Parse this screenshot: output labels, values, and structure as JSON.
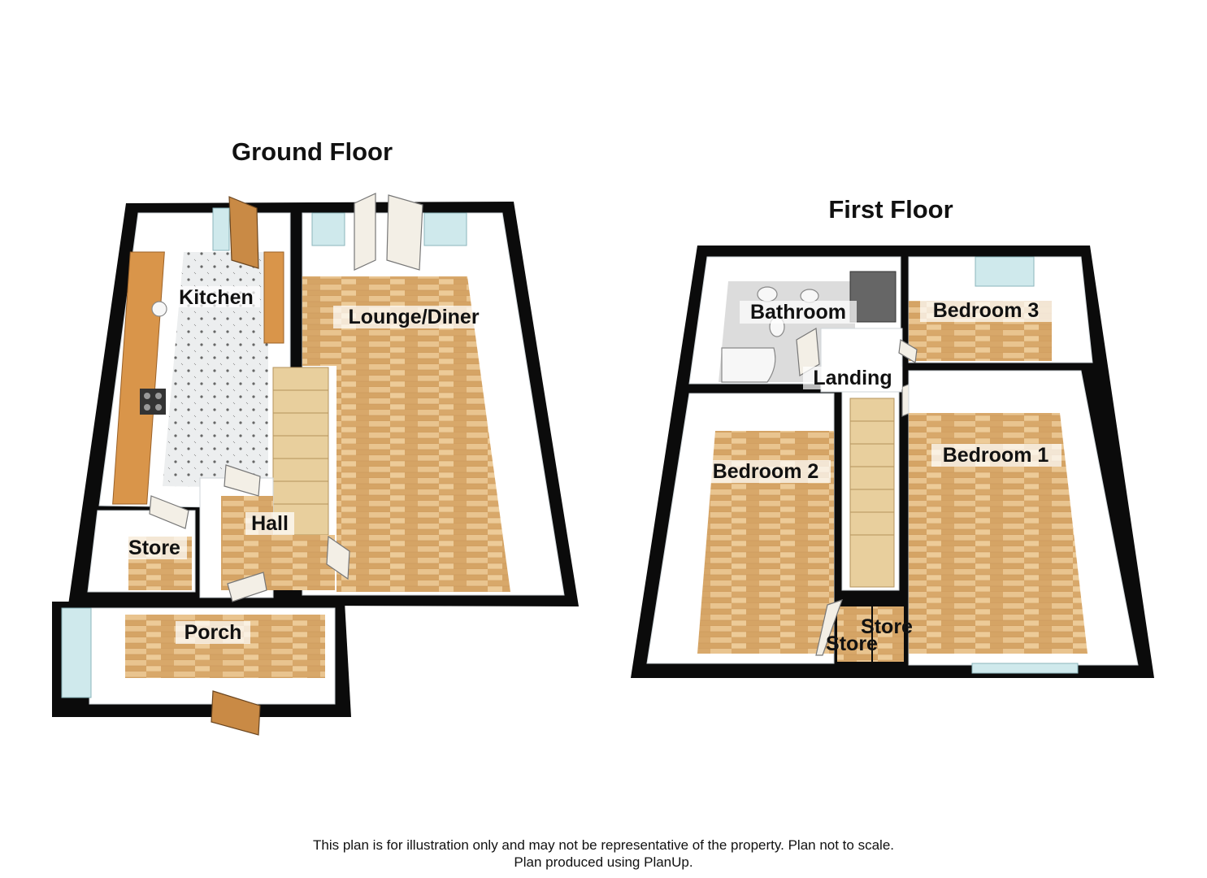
{
  "floors": {
    "ground": {
      "title": "Ground Floor",
      "rooms": {
        "kitchen": "Kitchen",
        "lounge_diner": "Lounge/Diner",
        "hall": "Hall",
        "store": "Store",
        "porch": "Porch"
      }
    },
    "first": {
      "title": "First Floor",
      "rooms": {
        "bathroom": "Bathroom",
        "bedroom_3": "Bedroom 3",
        "landing": "Landing",
        "bedroom_2": "Bedroom 2",
        "bedroom_1": "Bedroom 1",
        "store_a": "Store",
        "store_b": "Store"
      }
    }
  },
  "disclaimer": {
    "line1": "This plan is for illustration only and may not be representative of the property. Plan not to scale.",
    "line2": "Plan produced using PlanUp."
  },
  "colors": {
    "wall": "#0b0b0b",
    "floor_wood": "#e0b47a",
    "floor_tile": "#eeeeee",
    "worktop": "#d9954a",
    "window": "#cfe9ec"
  }
}
